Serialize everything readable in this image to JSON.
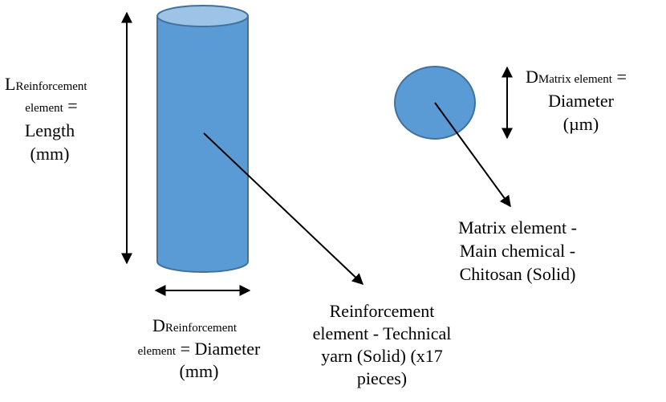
{
  "colors": {
    "body": "#5b9bd5",
    "top": "#9dc3e6",
    "outline": "#41719c",
    "line": "#000000"
  },
  "length_label": {
    "main": "L",
    "sub1": "Reinforcement",
    "sub2": "element",
    "eq": " =",
    "line3": "Length",
    "line4": "(mm)"
  },
  "diameter_label": {
    "main": "D",
    "sub1": "Reinforcement",
    "sub2": "element",
    "eq": " = Diameter",
    "line3": "(mm)"
  },
  "reinforcement_label": {
    "lines": [
      "Reinforcement",
      "element - Technical",
      "yarn (Solid) (x17",
      "pieces)"
    ]
  },
  "matrix_diameter_label": {
    "main": "D",
    "sub": "Matrix element",
    "eq": " =",
    "line2": "Diameter",
    "line3": "(µm)"
  },
  "matrix_label": {
    "lines": [
      "Matrix element -",
      "Main chemical -",
      "Chitosan (Solid)"
    ]
  }
}
